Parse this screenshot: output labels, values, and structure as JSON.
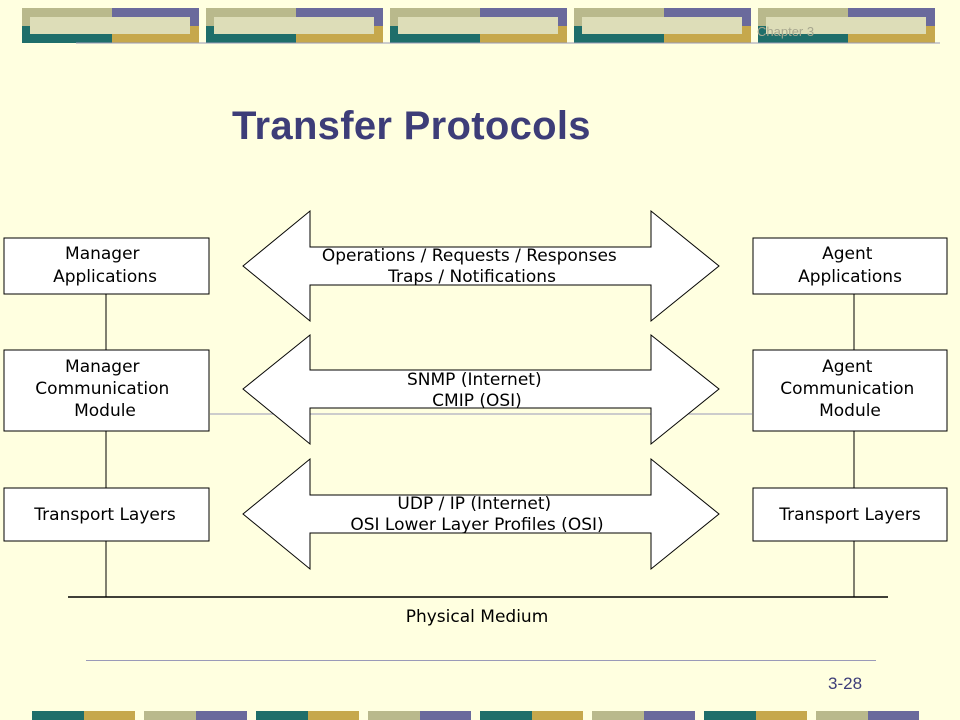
{
  "header": {
    "chapter": "Chapter 3",
    "title": "Transfer Protocols"
  },
  "diagram": {
    "manager_apps": [
      "Manager",
      "Applications"
    ],
    "manager_comm": [
      "Manager",
      "Communication",
      "Module"
    ],
    "manager_transport": [
      "Transport Layers"
    ],
    "agent_apps": [
      "Agent",
      "Applications"
    ],
    "agent_comm": [
      "Agent",
      "Communication",
      "Module"
    ],
    "agent_transport": [
      "Transport Layers"
    ],
    "arrow_operations": [
      "Operations / Requests / Responses",
      "Traps / Notifications"
    ],
    "arrow_protocols": [
      "SNMP (Internet)",
      "CMIP (OSI)"
    ],
    "arrow_transport": [
      "UDP / IP (Internet)",
      "OSI Lower Layer Profiles (OSI)"
    ],
    "physical_medium": "Physical Medium"
  },
  "footer": {
    "page": "3-28"
  },
  "colors": {
    "background": "#ffffe0",
    "title": "#3d3d78",
    "banner_teal": "#1f6e6a",
    "banner_gold": "#c6a84c",
    "banner_olive": "#b9b98c",
    "banner_purple": "#6a6a9c"
  }
}
